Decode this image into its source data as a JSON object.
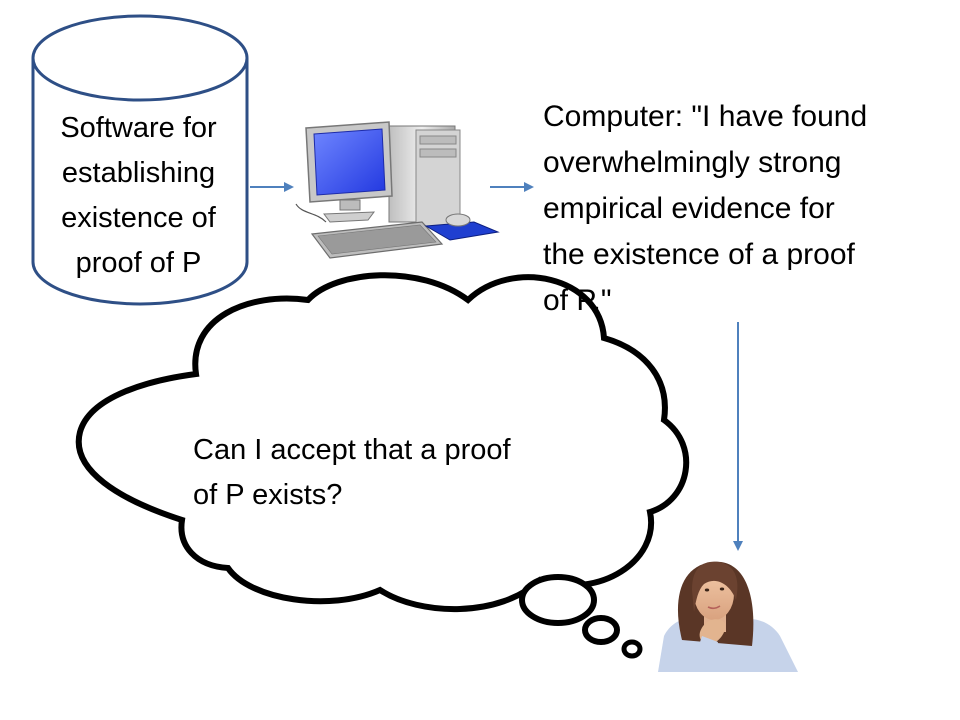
{
  "software_box": {
    "lines": [
      "Software for",
      "establishing",
      "existence of",
      "proof of P"
    ]
  },
  "computer_message": {
    "lines": [
      "Computer: \"I have found",
      "overwhelmingly strong",
      "empirical evidence for",
      "the existence of a proof",
      "of P.\""
    ]
  },
  "thought_bubble": {
    "lines": [
      "Can I accept that a proof",
      "of P exists?"
    ]
  },
  "colors": {
    "db_stroke": "#2E4F86",
    "arrow": "#4F81BD",
    "monitor_screen": "#3B5BFF",
    "cloud_stroke": "#000000"
  },
  "icons": [
    "database-cylinder-icon",
    "desktop-computer-icon",
    "thought-cloud-icon",
    "thinking-woman-figure"
  ]
}
